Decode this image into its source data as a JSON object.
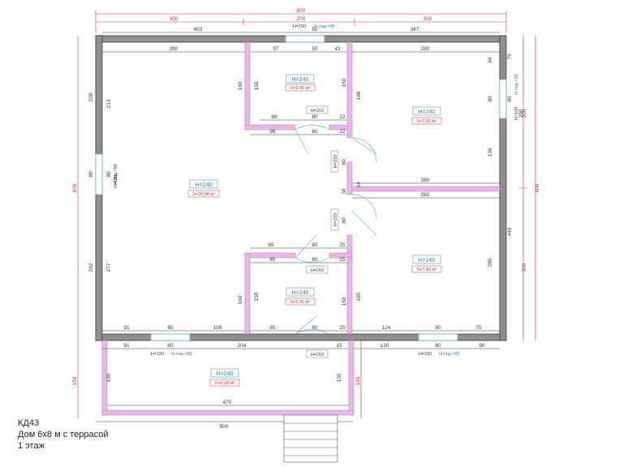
{
  "title": {
    "code": "КД43",
    "name": "Дом 6х8 м с террасой",
    "floor": "1 этаж"
  },
  "colors": {
    "wall": "#8f8f8f",
    "wall_outline": "#3a3a3a",
    "partition": "#e8b7e8",
    "dim_red": "#c0304a",
    "dim_black": "#333333",
    "label_blue": "#2a7fc1",
    "label_red": "#d0303a",
    "window": "#6bb3d6"
  },
  "dims": {
    "overall_width": "800",
    "top_left_300": "300",
    "top_mid_200": "200",
    "top_right_300": "300",
    "top_left_403": "403",
    "top_window_50": "50",
    "top_right_347": "347",
    "right_total_600": "600",
    "right_300": "300",
    "right_300b": "300",
    "left_600": "600",
    "left_150": "150",
    "right_150": "150",
    "bottom_500": "500",
    "terrace_470": "470",
    "room1_top_280": "280",
    "room1_left_228": "228",
    "room1_213": "213",
    "room1_80": "80",
    "room1_80b": "80",
    "room1_292": "292",
    "room1_277": "277",
    "bath_top_97": "97",
    "bath_top_50": "50",
    "bath_top_43": "43",
    "bath_left_160": "160",
    "bath_left_150": "150",
    "bath_right_150": "150",
    "bath_right_186": "186",
    "bath_88": "88",
    "bath_80": "80",
    "bath_22": "22",
    "bath_98": "98",
    "bath_80b": "80",
    "bath_22b": "22",
    "room2_top_280": "280",
    "room2_64": "64",
    "room2_79": "79",
    "room2_80": "80",
    "room2_80b": "80",
    "room2_136": "136",
    "room2_280b": "280",
    "room2_290": "290",
    "hall_80": "80",
    "hall_14": "14",
    "hall_38": "38",
    "hall_80b": "80",
    "room3_280": "280",
    "room3_440": "440",
    "room3_280b": "280",
    "bath2_95": "95",
    "bath2_80": "80",
    "bath2_25": "25",
    "bath2_85": "85",
    "bath2_80b": "80",
    "bath2_25b": "25",
    "bath2_160": "160",
    "bath2_150": "150",
    "bath2_150b": "150",
    "bath2_185": "185",
    "bath2_85b": "85",
    "bath2_80c": "80",
    "bath2_25c": "25",
    "bottom_91": "91",
    "bottom_80": "80",
    "bottom_109": "109",
    "bottom_124": "124",
    "bottom_80b": "80",
    "bottom_75": "75",
    "bottom2_91": "91",
    "bottom2_80": "80",
    "bottom2_204": "204",
    "bottom2_15": "15",
    "bottom2_130": "130",
    "bottom2_80b": "80",
    "bottom2_90": "90",
    "terrace_130": "130",
    "terrace_130b": "130"
  },
  "rooms": [
    {
      "h": "H=240",
      "s": "S=20.94 м²"
    },
    {
      "h": "H=240",
      "s": "S=2.95 м²"
    },
    {
      "h": "H=240",
      "s": "S=7.82 м²"
    },
    {
      "h": "H=240",
      "s": "S=7.83 м²"
    },
    {
      "h": "H=240",
      "s": "S=2.95 м²"
    },
    {
      "h": "H=240",
      "s": "S=6.34 м²"
    }
  ],
  "openings": {
    "win_top_h": "H=150",
    "win_top_sill": "H под.=85",
    "win_left_h": "H=150",
    "win_left_sill": "H под.=85",
    "win_right_h": "H=150",
    "win_right_sill": "H под.=85",
    "win_bl_h": "H=150",
    "win_bl_sill": "H под.=85",
    "win_br_h": "H=150",
    "win_br_sill": "H под.=85",
    "door_bath1": "H=210",
    "door_hall1": "H=210",
    "door_hall2": "H=210",
    "door_bath2": "H=210",
    "door_entry": "H=210"
  }
}
